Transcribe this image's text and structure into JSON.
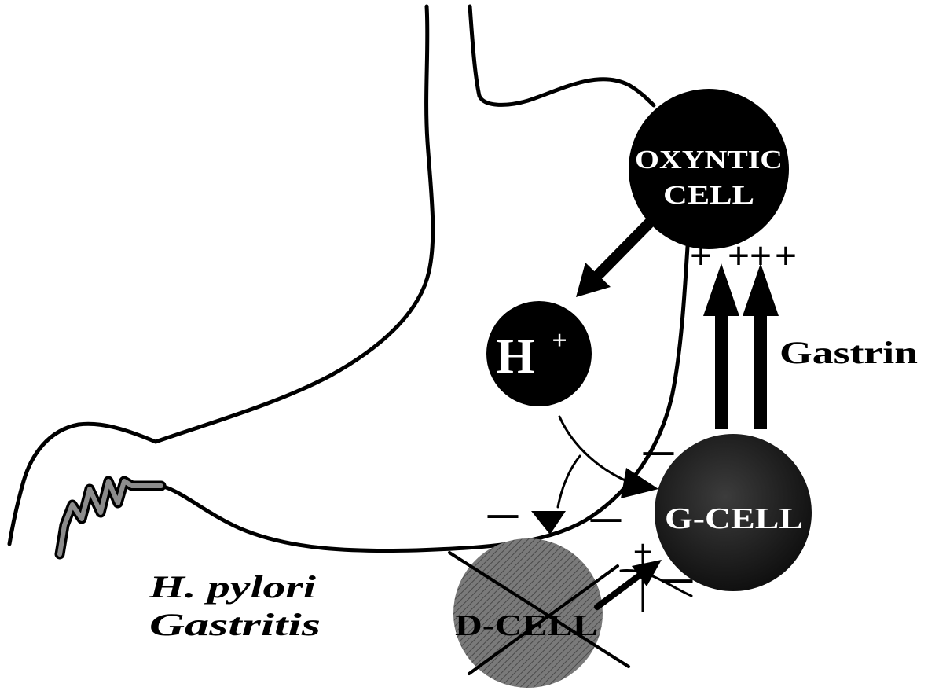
{
  "diagram": {
    "oxyntic_cell": {
      "line1": "OXYNTIC",
      "line2": "CELL"
    },
    "hydrogen_ion": {
      "symbol": "H",
      "charge": "+"
    },
    "gastrin": "Gastrin",
    "g_cell": "G-CELL",
    "d_cell": "D-CELL",
    "caption": {
      "line1": "H. pylori",
      "line2": "Gastritis"
    },
    "signs": {
      "plus": "+",
      "minus": "–"
    }
  },
  "colors": {
    "ink": "#000000",
    "background": "#ffffff",
    "cell_label": "#ffffff",
    "g_cell": "#1c1c1c",
    "d_cell": "#7a7a7a",
    "squiggle": "#8c8c8c"
  }
}
